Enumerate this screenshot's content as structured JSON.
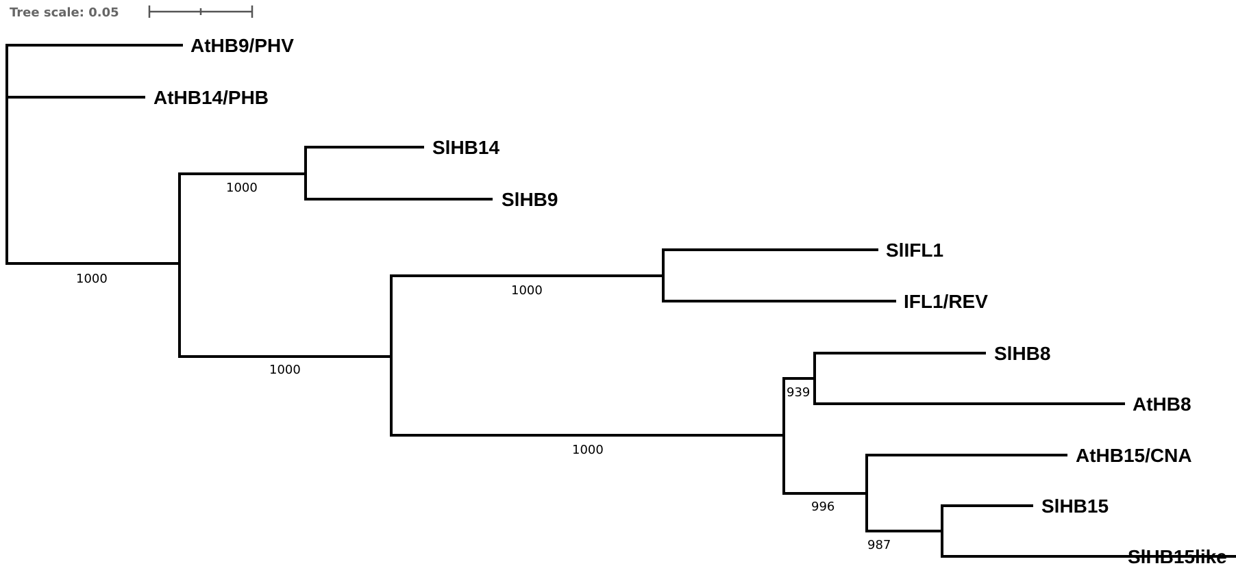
{
  "scale": {
    "label": "Tree scale: 0.05"
  },
  "leaves": [
    {
      "id": "athb9",
      "label": "AtHB9/PHV"
    },
    {
      "id": "athb14",
      "label": "AtHB14/PHB"
    },
    {
      "id": "slhb14",
      "label": "SlHB14"
    },
    {
      "id": "slhb9",
      "label": "SlHB9"
    },
    {
      "id": "slifl1",
      "label": "SlIFL1"
    },
    {
      "id": "ifl1rev",
      "label": "IFL1/REV"
    },
    {
      "id": "slhb8",
      "label": "SlHB8"
    },
    {
      "id": "athb8",
      "label": "AtHB8"
    },
    {
      "id": "athb15cna",
      "label": "AtHB15/CNA"
    },
    {
      "id": "slhb15",
      "label": "SlHB15"
    },
    {
      "id": "slhb15like",
      "label": "SlHB15like"
    }
  ],
  "supports": [
    {
      "id": "clade-slhb14-slhb9",
      "value": "1000"
    },
    {
      "id": "clade-root-lower",
      "value": "1000"
    },
    {
      "id": "clade-slifl1-ifl1rev",
      "value": "1000"
    },
    {
      "id": "clade-main-lower",
      "value": "1000"
    },
    {
      "id": "clade-hb8-hb15",
      "value": "1000"
    },
    {
      "id": "clade-slhb8-athb8",
      "value": "939"
    },
    {
      "id": "clade-hb15-group",
      "value": "996"
    },
    {
      "id": "clade-slhb15-like",
      "value": "987"
    }
  ]
}
